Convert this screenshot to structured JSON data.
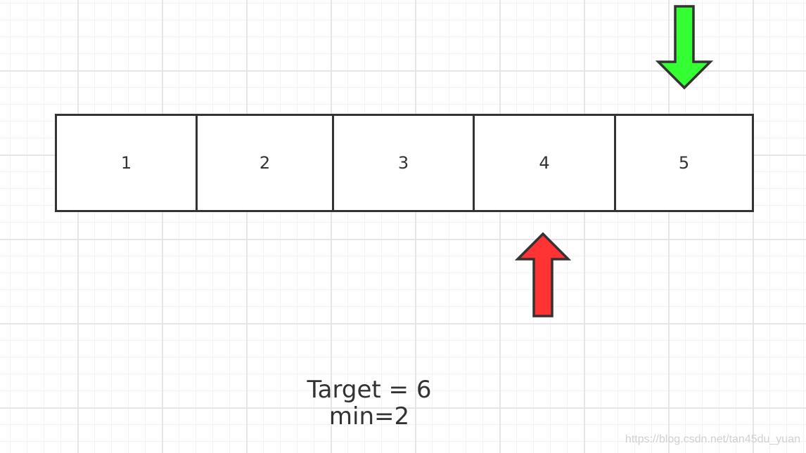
{
  "array": {
    "cells": [
      "1",
      "2",
      "3",
      "4",
      "5"
    ]
  },
  "pointers": {
    "green": {
      "index": 4,
      "direction": "down",
      "color": "#33ff33"
    },
    "red": {
      "index": 3,
      "direction": "up",
      "color": "#ff3333"
    }
  },
  "caption": {
    "line1": "Target = 6",
    "line2": "min=2"
  },
  "watermark": "https://blog.csdn.net/tan45du_yuan",
  "colors": {
    "stroke": "#333333",
    "grid": "#e6e6e6"
  }
}
